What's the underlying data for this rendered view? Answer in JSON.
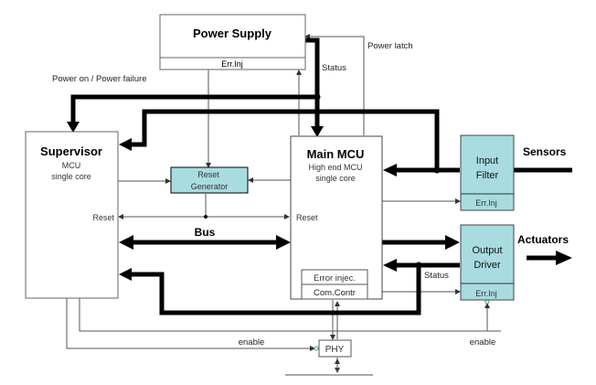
{
  "colors": {
    "box_fill": "#ffffff",
    "accent_fill": "#a8dce0",
    "line": "#000000",
    "thin_line": "#555555"
  },
  "blocks": {
    "power_supply": {
      "title": "Power Supply",
      "sub": "Err.Inj"
    },
    "supervisor": {
      "title": "Supervisor",
      "line1": "MCU",
      "line2": "single core",
      "reset": "Reset"
    },
    "reset_generator": {
      "line1": "Reset",
      "line2": "Generator"
    },
    "main_mcu": {
      "title": "Main MCU",
      "line1": "High end MCU",
      "line2": "single core",
      "reset": "Reset",
      "error_injec": "Error injec.",
      "com_contr": "Com.Contr"
    },
    "input_filter": {
      "line1": "Input",
      "line2": "Filter",
      "sub": "Err.Inj"
    },
    "output_driver": {
      "line1": "Output",
      "line2": "Driver",
      "sub": "Err.Inj"
    },
    "phy": {
      "label": "PHY"
    }
  },
  "labels": {
    "power_on_failure": "Power on / Power failure",
    "power_latch": "Power latch",
    "status_top": "Status",
    "status_bottom": "Status",
    "bus": "Bus",
    "sensors": "Sensors",
    "actuators": "Actuators",
    "enable_left": "enable",
    "enable_right": "enable"
  }
}
